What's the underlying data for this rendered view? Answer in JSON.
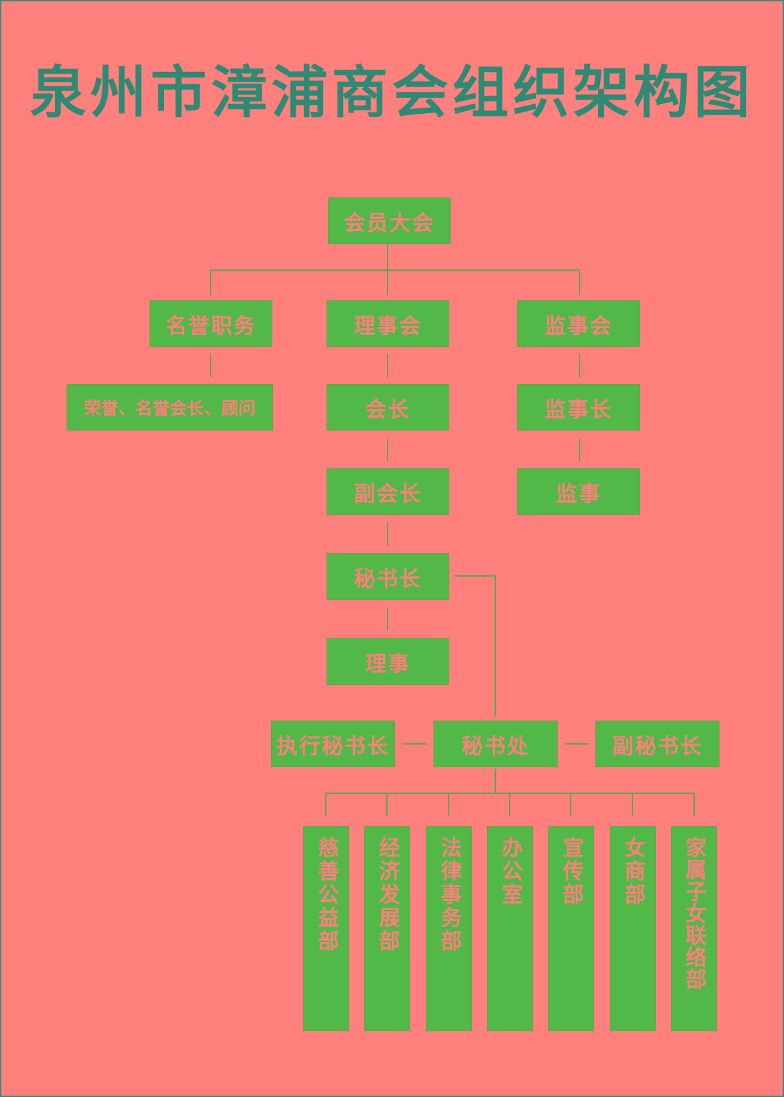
{
  "title": "泉州市漳浦商会组织架构图",
  "nodes": {
    "assembly": "会员大会",
    "honorary": "名誉职务",
    "honorary_roles": "荣誉、名誉会长、顾问",
    "council": "理事会",
    "president": "会长",
    "vice_president": "副会长",
    "secretary_general": "秘书长",
    "director": "理事",
    "supervisory_board": "监事会",
    "chief_supervisor": "监事长",
    "supervisor": "监事",
    "executive_secretary_general": "执行秘书长",
    "secretariat": "秘书处",
    "deputy_secretary_general": "副秘书长"
  },
  "departments": [
    "慈善公益部",
    "经济发展部",
    "法律事务部",
    "办公室",
    "宣传部",
    "女商部",
    "家属子女联络部"
  ],
  "colors": {
    "background": "#ff807d",
    "box": "#52b848",
    "title": "#2e8a74",
    "connector": "#5ca84a"
  }
}
